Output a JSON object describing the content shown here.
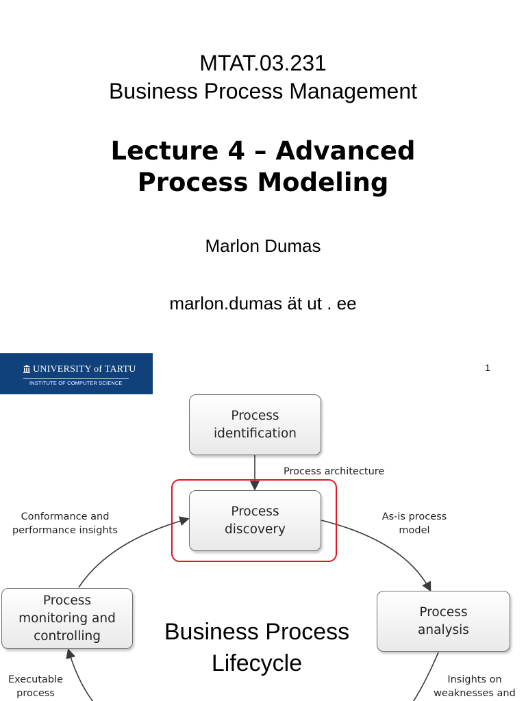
{
  "slide": {
    "course_code": "MTAT.03.231",
    "course_name": "Business Process Management",
    "lecture_title_line1": "Lecture 4 – Advanced",
    "lecture_title_line2": "Process Modeling",
    "author": "Marlon Dumas",
    "email": "marlon.dumas ät  ut . ee",
    "page_number": "1"
  },
  "logo": {
    "university": "UNIVERSITY of TARTU",
    "institute": "INSTITUTE OF COMPUTER SCIENCE",
    "background_color": "#10417a"
  },
  "diagram": {
    "title": "Business Process\nLifecycle",
    "boxes": {
      "identification": "Process\nidentification",
      "discovery": "Process\ndiscovery",
      "analysis": "Process\nanalysis",
      "monitoring": "Process\nmonitoring and\ncontrolling"
    },
    "labels": {
      "architecture": "Process architecture",
      "asis": "As-is process\nmodel",
      "conformance": "Conformance and\nperformance insights",
      "executable": "Executable\nprocess",
      "insights": "Insights on\nweaknesses and"
    },
    "highlight_color": "#e0141e"
  }
}
